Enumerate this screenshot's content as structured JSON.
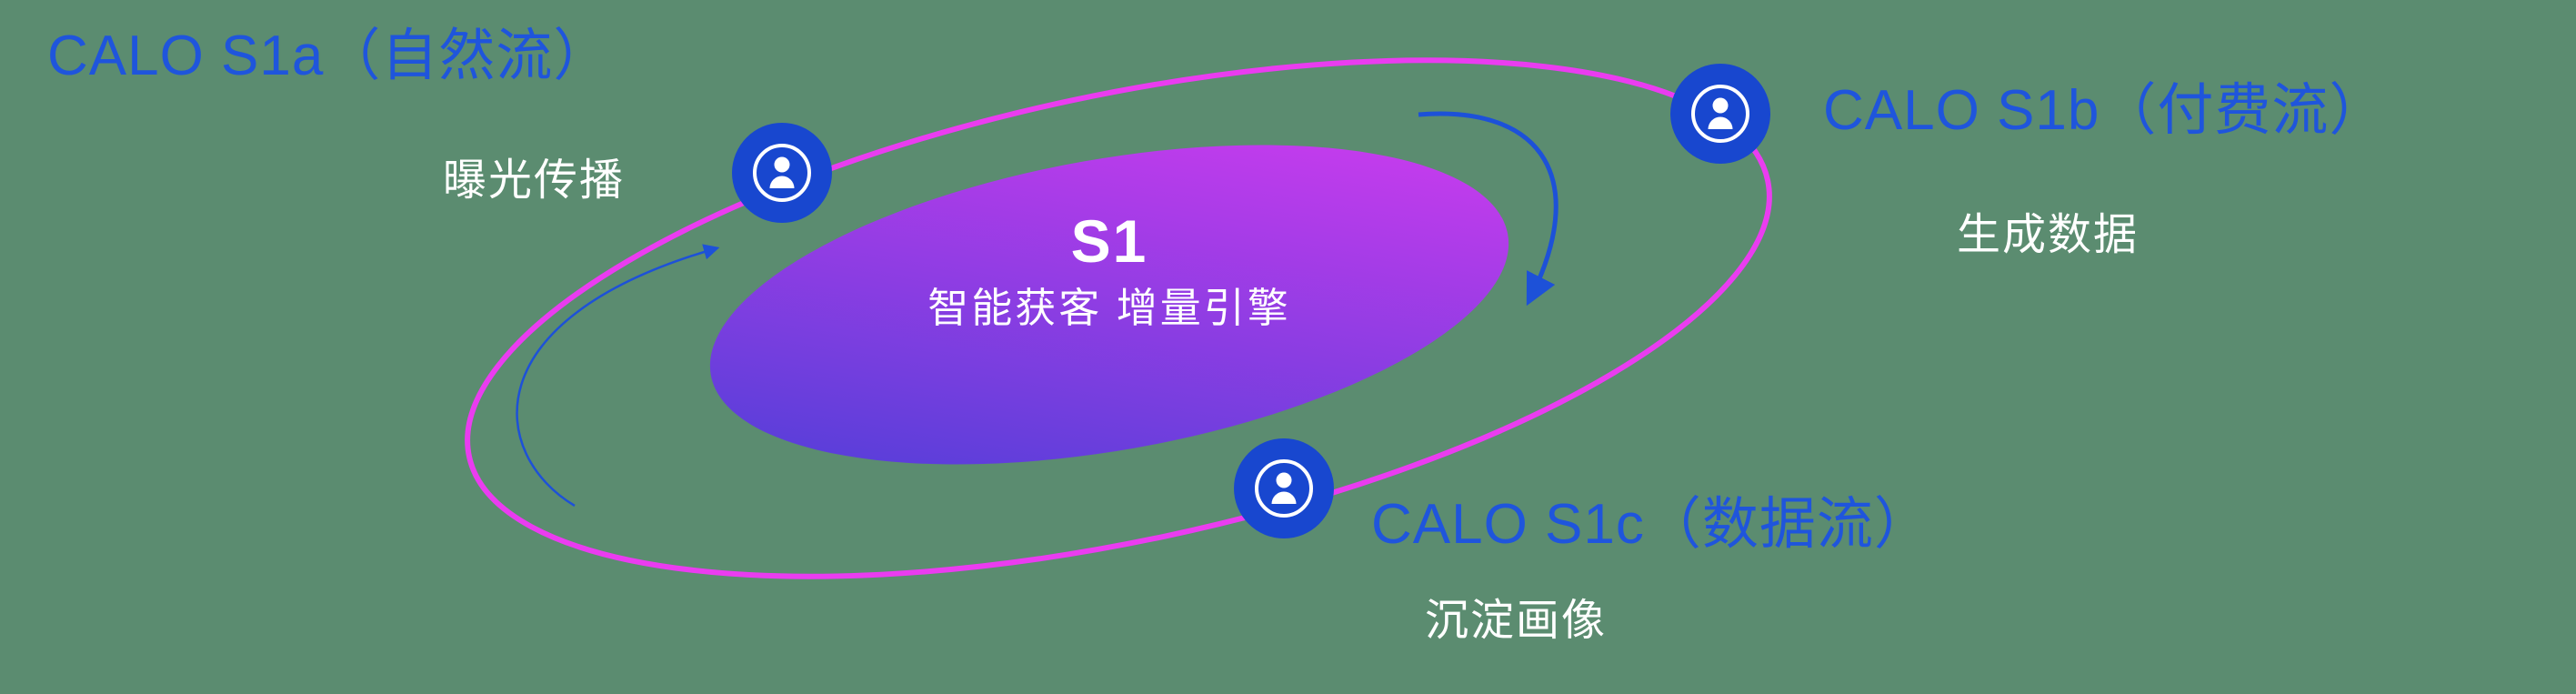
{
  "colors": {
    "background": "#5b8c70",
    "orbit": "#ea3cf0",
    "node_fill": "#1847cf",
    "label_blue": "#1f55dc",
    "text_white": "#ffffff",
    "arrow": "#1d51d8",
    "core_gradient_start": "#473fd6",
    "core_gradient_end": "#d73bf0"
  },
  "center": {
    "title": "S1",
    "subtitle": "智能获客  增量引擎"
  },
  "nodes": [
    {
      "id": "s1a",
      "title": "CALO S1a（自然流）",
      "subtitle": "曝光传播",
      "icon": "user-circle-icon"
    },
    {
      "id": "s1b",
      "title": "CALO S1b（付费流）",
      "subtitle": "生成数据",
      "icon": "user-circle-icon"
    },
    {
      "id": "s1c",
      "title": "CALO S1c（数据流）",
      "subtitle": "沉淀画像",
      "icon": "user-circle-icon"
    }
  ]
}
